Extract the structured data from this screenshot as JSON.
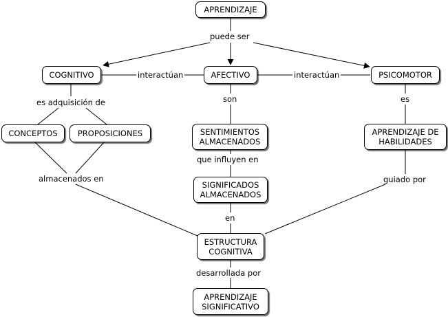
{
  "colors": {
    "line": "#000000",
    "node_fill": "#ffffff",
    "node_border": "#000000",
    "background": "#ffffff"
  },
  "nodes": {
    "aprendizaje": "APRENDIZAJE",
    "cognitivo": "COGNITIVO",
    "afectivo": "AFECTIVO",
    "psicomotor": "PSICOMOTOR",
    "conceptos": "CONCEPTOS",
    "proposiciones": "PROPOSICIONES",
    "sentimientos": "SENTIMIENTOS\nALMACENADOS",
    "significados": "SIGNIFICADOS\nALMACENADOS",
    "habilidades": "APRENDIZAJE DE\nHABILIDADES",
    "estructura": "ESTRUCTURA\nCOGNITIVA",
    "significativo": "APRENDIZAJE\nSIGNIFICATIVO"
  },
  "links": {
    "puede_ser": "puede ser",
    "interactuan_1": "interactúan",
    "interactuan_2": "interactúan",
    "es_adquisicion": "es adquisición de",
    "son": "son",
    "es": "es",
    "influyen": "que influyen en",
    "almacenados": "almacenados en",
    "guiado": "guiado por",
    "en": "en",
    "desarrollada": "desarrollada por"
  }
}
